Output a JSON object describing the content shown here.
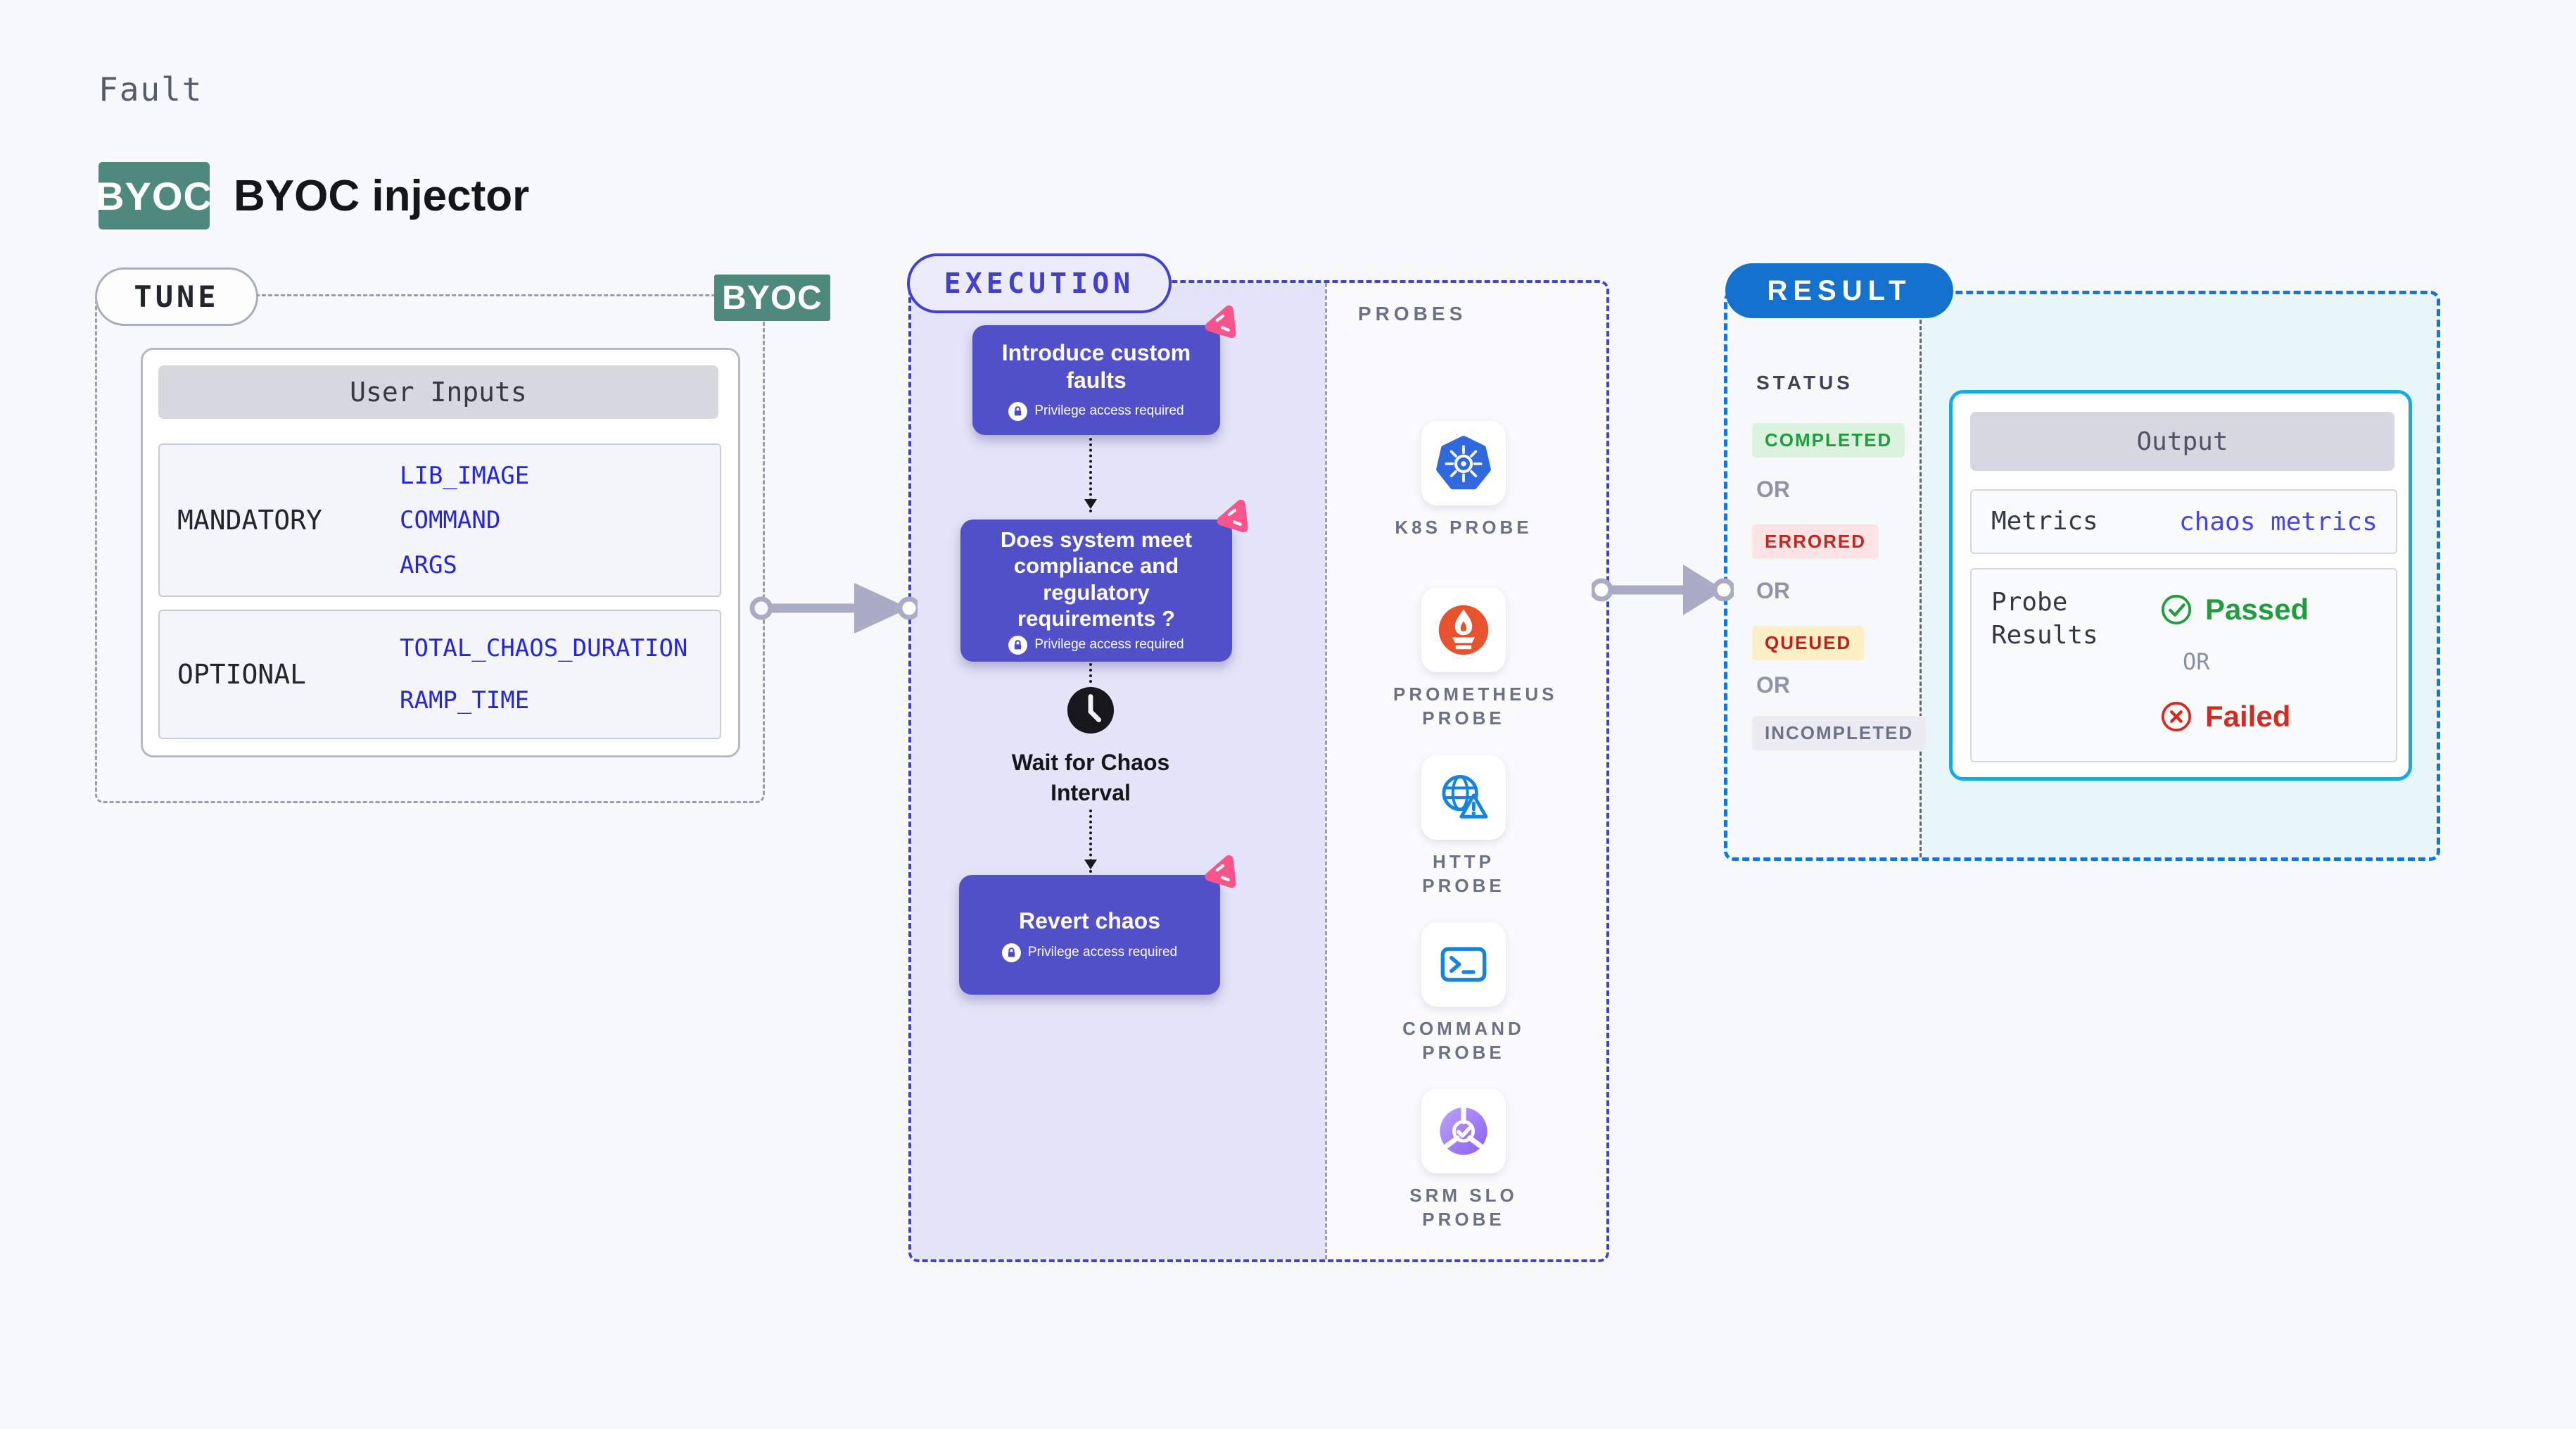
{
  "colors": {
    "accent_indigo": "#4440D2",
    "node_indigo": "#5150C8",
    "teal_badge": "#4F897D",
    "result_blue": "#1472CE",
    "output_border_cyan": "#16ACE0",
    "chaos_pink": "#F9548C",
    "passed_green": "#1E9E3C",
    "failed_red": "#D32B20",
    "value_blue": "#2525DE",
    "kubernetes_blue": "#3069DE",
    "prometheus_orange": "#E6522C",
    "probe_icon_blue": "#1583E0",
    "srm_purple": "#8B5CF6"
  },
  "header": {
    "category": "Fault",
    "badge": "BYOC",
    "title": "BYOC injector"
  },
  "tune": {
    "pill": "TUNE",
    "corner_badge": "BYOC",
    "table": {
      "title": "User Inputs",
      "rows": [
        {
          "label": "MANDATORY",
          "values": [
            "LIB_IMAGE",
            "COMMAND",
            "ARGS"
          ]
        },
        {
          "label": "OPTIONAL",
          "values": [
            "TOTAL_CHAOS_DURATION",
            "RAMP_TIME"
          ]
        }
      ]
    }
  },
  "execution": {
    "pill": "EXECUTION",
    "nodes": {
      "introduce": {
        "title": "Introduce custom faults",
        "privilege": "Privilege access required"
      },
      "compliance": {
        "title": "Does system meet compliance and regulatory requirements ?",
        "privilege": "Privilege access required"
      },
      "wait": {
        "title": "Wait for Chaos Interval"
      },
      "revert": {
        "title": "Revert chaos",
        "privilege": "Privilege access required"
      }
    }
  },
  "probes": {
    "heading": "PROBES",
    "items": [
      {
        "label": "K8S PROBE"
      },
      {
        "label": "PROMETHEUS PROBE"
      },
      {
        "label": "HTTP PROBE"
      },
      {
        "label": "COMMAND PROBE"
      },
      {
        "label": "SRM SLO PROBE"
      }
    ]
  },
  "result": {
    "pill": "RESULT",
    "status_heading": "STATUS",
    "statuses": [
      {
        "label": "COMPLETED",
        "css": "color:#1E9E3C;background:#DBF3DE"
      },
      {
        "label": "ERRORED",
        "css": "color:#C42521;background:#FBE4E3"
      },
      {
        "label": "QUEUED",
        "css": "color:#C01E1E;background:#FBEFC5"
      },
      {
        "label": "INCOMPLETED",
        "css": "color:#6D7386;background:#EBEBF1"
      }
    ],
    "separators": [
      "OR",
      "OR",
      "OR"
    ],
    "output": {
      "title": "Output",
      "metrics_label": "Metrics",
      "metrics_value": "chaos metrics",
      "probe_results_label": "Probe Results",
      "passed": "Passed",
      "or": "OR",
      "failed": "Failed"
    }
  }
}
